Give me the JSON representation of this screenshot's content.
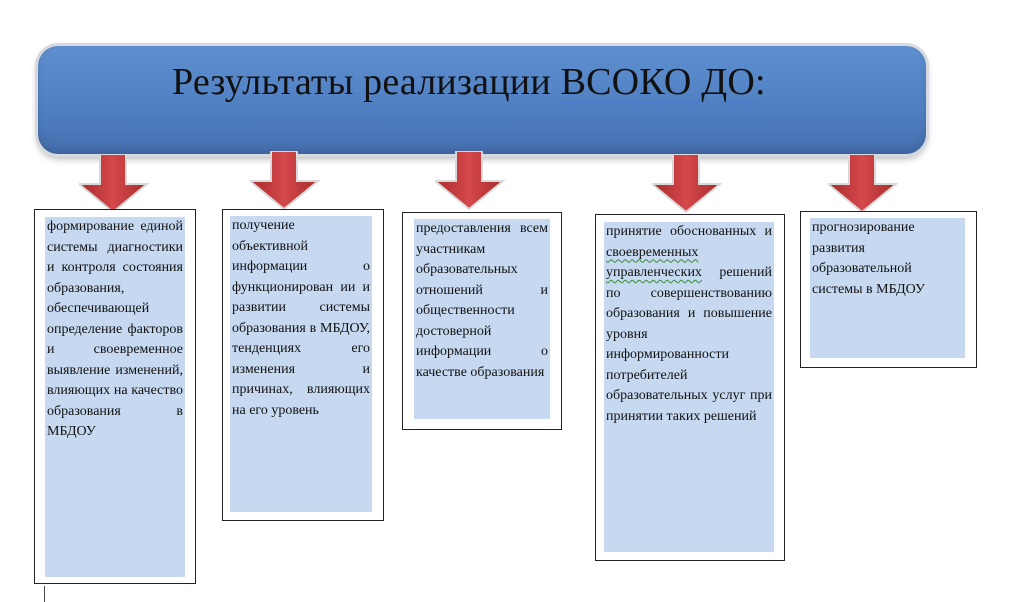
{
  "title": {
    "prefix": "Результаты реализации ",
    "underlined": "ВСОКО  ДО",
    "suffix": ":"
  },
  "colors": {
    "banner": "#4f7fc1",
    "arrow": "#c0393b",
    "box_fill": "#c6d9f1"
  },
  "boxes": [
    {
      "text": "формирование единой системы диагностики и контроля состояния образования, обеспечивающей определение факторов и своевременное выявление изменений, влияющих на качество образования в МБДОУ"
    },
    {
      "text": "получение объективной информации о функционирован ии и развитии системы образования в МБДОУ, тенденциях его изменения и причинах, влияющих на его уровень"
    },
    {
      "text": "предоставления всем участникам образовательных отношений и общественности достоверной информации о качестве образования"
    },
    {
      "text_before": "принятие обоснованных и ",
      "text_underlined": "своевременных управленческих",
      "text_after": " решений по совершенствованию образования и повышение уровня информированности потребителей образовательных услуг при принятии таких решений"
    },
    {
      "text": "прогнозирование развития образовательной системы в МБДОУ"
    }
  ]
}
